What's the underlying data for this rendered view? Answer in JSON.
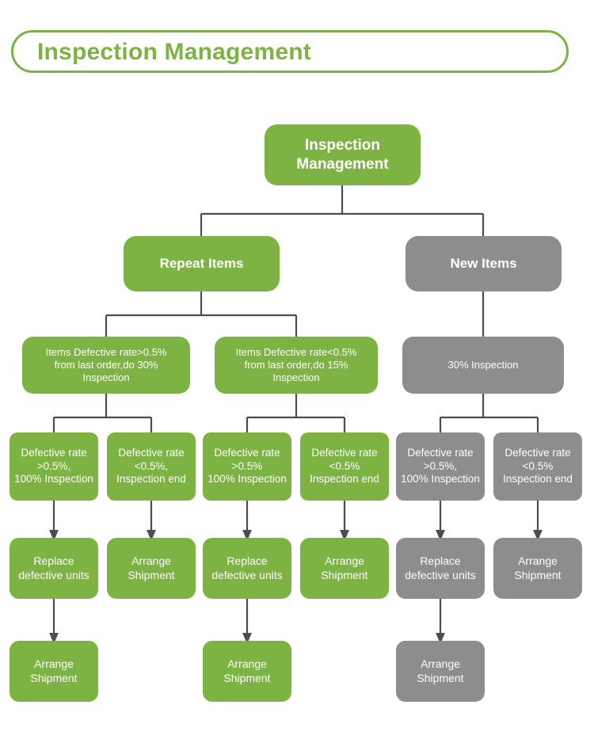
{
  "header": {
    "title": "Inspection Management"
  },
  "colors": {
    "green": "#7cb342",
    "gray": "#8d8d8d",
    "connector": "#4d4d4d",
    "background": "#ffffff",
    "header_text": "#7cb342",
    "node_text": "#ffffff"
  },
  "flow": {
    "root": {
      "label": "Inspection\nManagement",
      "color": "green"
    },
    "branches": [
      {
        "label": "Repeat Items",
        "color": "green"
      },
      {
        "label": "New Items",
        "color": "gray"
      }
    ],
    "rules": [
      {
        "label": "Items Defective rate>0.5%\nfrom last order,do 30%\nInspection",
        "color": "green"
      },
      {
        "label": "Items Defective rate<0.5%\nfrom last order,do 15%\nInspection",
        "color": "green"
      },
      {
        "label": "30% Inspection",
        "color": "gray"
      }
    ],
    "outcomes": [
      {
        "label": "Defective rate\n>0.5%,\n100% Inspection",
        "color": "green"
      },
      {
        "label": "Defective rate\n<0.5%,\nInspection end",
        "color": "green"
      },
      {
        "label": "Defective rate\n>0.5%\n100% Inspection",
        "color": "green"
      },
      {
        "label": "Defective rate\n<0.5%\nInspection end",
        "color": "green"
      },
      {
        "label": "Defective rate\n>0.5%,\n100% Inspection",
        "color": "gray"
      },
      {
        "label": "Defective rate\n<0.5%\nInspection end",
        "color": "gray"
      }
    ],
    "actions_row1": [
      {
        "label": "Replace\ndefective units",
        "color": "green"
      },
      {
        "label": "Arrange\nShipment",
        "color": "green"
      },
      {
        "label": "Replace\ndefective units",
        "color": "green"
      },
      {
        "label": "Arrange\nShipment",
        "color": "green"
      },
      {
        "label": "Replace\ndefective units",
        "color": "gray"
      },
      {
        "label": "Arrange\nShipment",
        "color": "gray"
      }
    ],
    "actions_row2": [
      {
        "label": "Arrange\nShipment",
        "color": "green"
      },
      {
        "label": "Arrange\nShipment",
        "color": "green"
      },
      {
        "label": "Arrange\nShipment",
        "color": "gray"
      }
    ]
  }
}
